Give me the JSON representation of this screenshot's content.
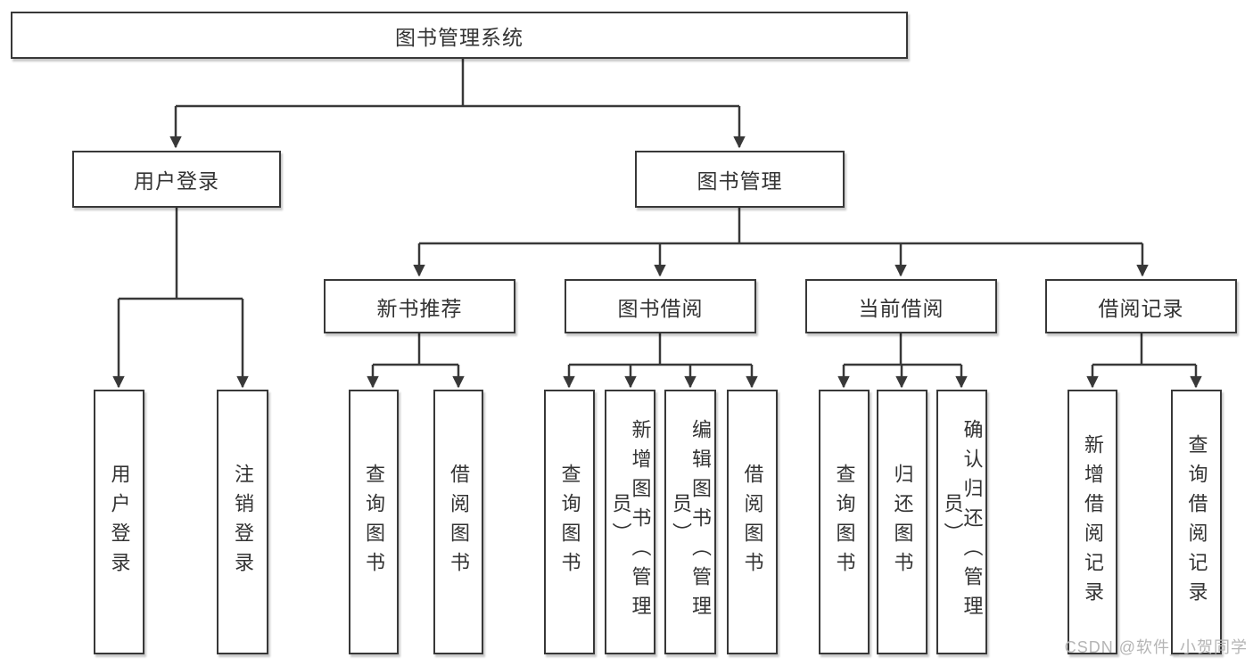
{
  "diagram": {
    "title": "图书管理系统",
    "root": {
      "label": "图书管理系统"
    },
    "level2": {
      "user_login": {
        "label": "用户登录"
      },
      "book_mgmt": {
        "label": "图书管理"
      }
    },
    "level3": {
      "new_book_rec": {
        "label": "新书推荐"
      },
      "book_borrow": {
        "label": "图书借阅"
      },
      "current_borrow": {
        "label": "当前借阅"
      },
      "borrow_records": {
        "label": "借阅记录"
      }
    },
    "leaves": {
      "user_login": [
        "用户登录",
        "注销登录"
      ],
      "new_book_rec": [
        "查询图书",
        "借阅图书"
      ],
      "book_borrow": [
        "查询图书",
        "新增图书（管理员）",
        "编辑图书（管理员）",
        "借阅图书"
      ],
      "current_borrow": [
        "查询图书",
        "归还图书",
        "确认归还（管理员）"
      ],
      "borrow_records": [
        "新增借阅记录",
        "查询借阅记录"
      ]
    }
  },
  "watermark": {
    "text": "CSDN @软件_小贺同学",
    "color": "#b5b5b5"
  },
  "colors": {
    "line": "#383838",
    "box_border": "#383838",
    "box_fill": "#ffffff",
    "text": "#333333"
  }
}
